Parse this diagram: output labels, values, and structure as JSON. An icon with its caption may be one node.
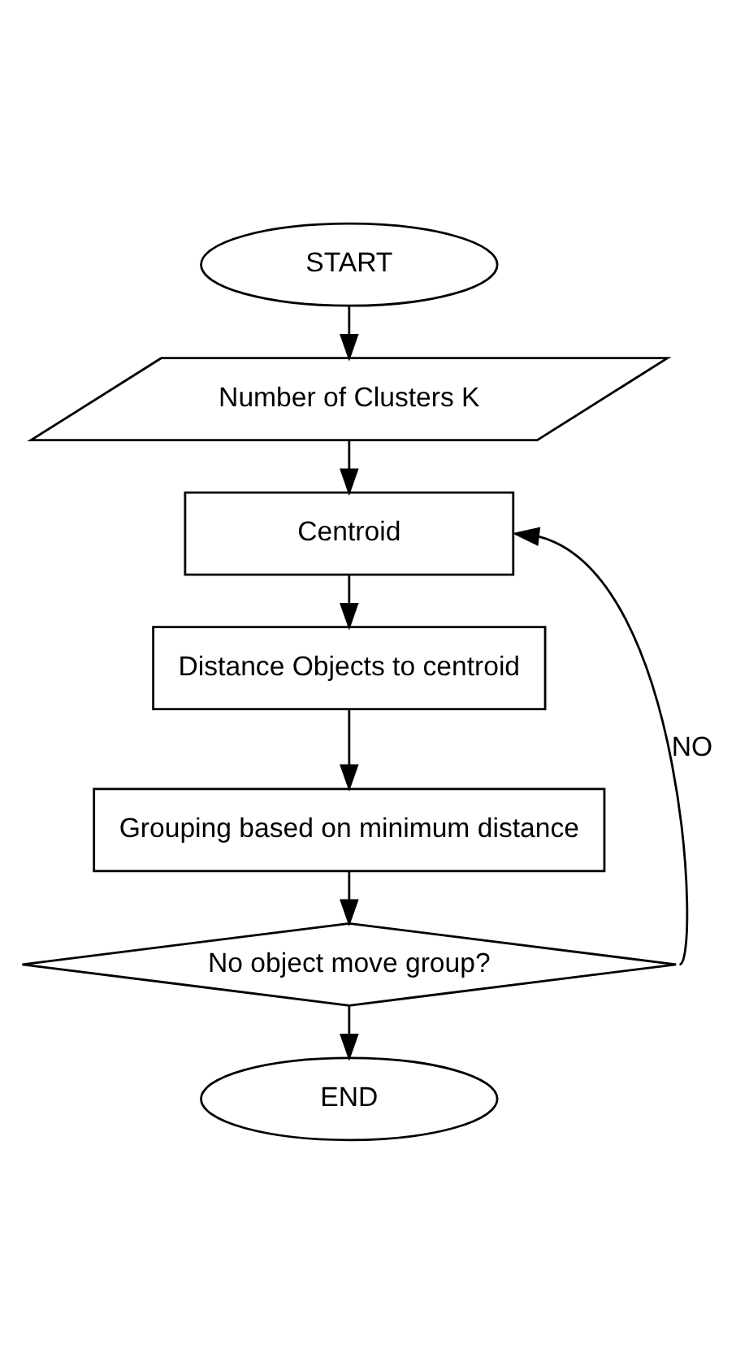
{
  "diagram": {
    "nodes": [
      {
        "text": [
          "START"
        ]
      },
      {
        "text": [
          "Number of Clusters K"
        ]
      },
      {
        "text": [
          "Centroid"
        ]
      },
      {
        "text": [
          "Distance Objects to centroid"
        ]
      },
      {
        "text": [
          "Grouping based on minimum distance"
        ]
      },
      {
        "text": [
          "No object move group?"
        ]
      },
      {
        "text": [
          "END"
        ]
      }
    ],
    "edges": [
      {
        "from": 0,
        "to": 1,
        "arrow": "to"
      },
      {
        "from": 1,
        "to": 2,
        "arrow": "to"
      },
      {
        "from": 2,
        "to": 3,
        "arrow": "to"
      },
      {
        "from": 3,
        "to": 4,
        "arrow": "to"
      },
      {
        "from": 4,
        "to": 5,
        "arrow": "to"
      },
      {
        "from": 5,
        "to": 6,
        "arrow": "to"
      },
      {
        "from": 5,
        "to": 2,
        "arrow": "to",
        "label": "NO"
      }
    ]
  }
}
